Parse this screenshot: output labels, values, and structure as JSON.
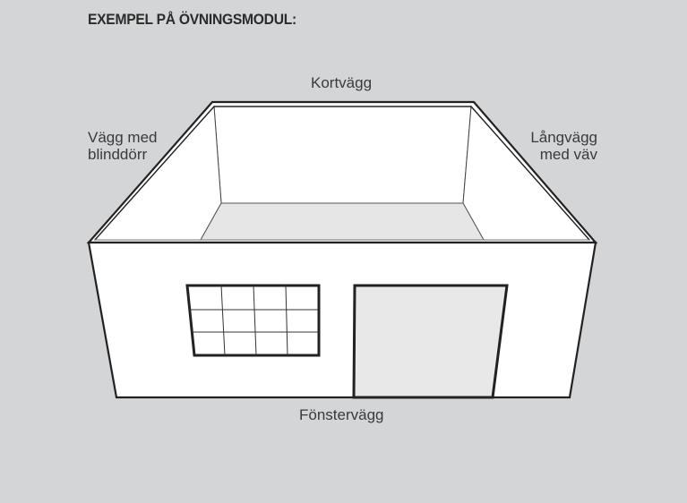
{
  "heading": "EXEMPEL PÅ ÖVNINGSMODUL:",
  "labels": {
    "short_wall": "Kortvägg",
    "blind_door_wall_line1": "Vägg med",
    "blind_door_wall_line2": "blinddörr",
    "long_wall_line1": "Långvägg",
    "long_wall_line2": "med väv",
    "window_wall": "Fönstervägg"
  },
  "colors": {
    "background": "#d4d5d7",
    "wall_fill": "#ffffff",
    "floor_fill": "#e6e6e6",
    "door_fill": "#e8e8e8",
    "outline": "#222222"
  },
  "icons": {
    "module": "three-dimensional-training-module-illustration"
  }
}
